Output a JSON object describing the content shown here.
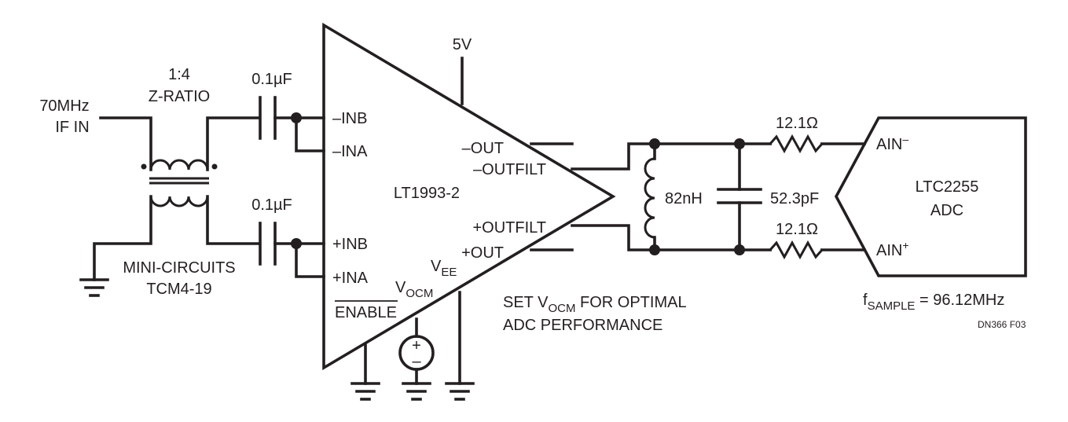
{
  "labels": {
    "if_in_1": "70MHz",
    "if_in_2": "IF IN",
    "xfmr_ratio_1": "1:4",
    "xfmr_ratio_2": "Z-RATIO",
    "xfmr_part_1": "MINI-CIRCUITS",
    "xfmr_part_2": "TCM4-19",
    "cap_top": "0.1µF",
    "cap_bottom": "0.1µF",
    "supply": "5V",
    "pin_minus_inb": "–INB",
    "pin_minus_ina": "–INA",
    "pin_plus_inb": "+INB",
    "pin_plus_ina": "+INA",
    "pin_enable": "ENABLE",
    "pin_vocm_main": "V",
    "pin_vocm_sub": "OCM",
    "pin_vee_main": "V",
    "pin_vee_sub": "EE",
    "pin_minus_out": "–OUT",
    "pin_minus_outfilt": "–OUTFILT",
    "pin_plus_outfilt": "+OUTFILT",
    "pin_plus_out": "+OUT",
    "amp_name": "LT1993-2",
    "note_line1_a": "SET V",
    "note_line1_sub": "OCM",
    "note_line1_b": " FOR OPTIMAL",
    "note_line2": "ADC PERFORMANCE",
    "inductor": "82nH",
    "cap_filter": "52.3pF",
    "res_top": "12.1Ω",
    "res_bottom": "12.1Ω",
    "adc_ain_minus": "AIN",
    "adc_ain_minus_sup": "–",
    "adc_ain_plus": "AIN",
    "adc_ain_plus_sup": "+",
    "adc_name_1": "LTC2255",
    "adc_name_2": "ADC",
    "fsample_f": "f",
    "fsample_sub": "SAMPLE",
    "fsample_value": " = 96.12MHz",
    "fig_id": "DN366 F03",
    "source_plus": "+",
    "source_minus": "–"
  }
}
